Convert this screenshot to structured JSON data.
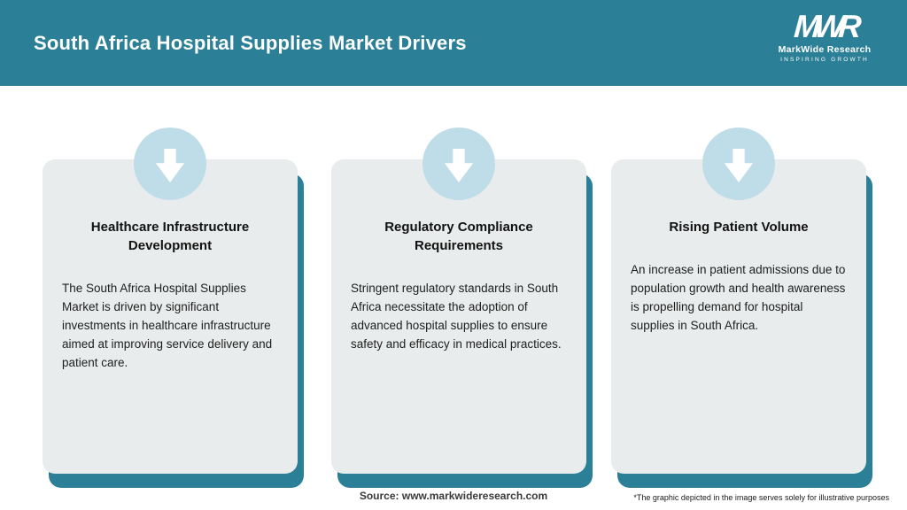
{
  "header": {
    "title": "South Africa Hospital Supplies Market Drivers",
    "logo": {
      "monogram": "MWR",
      "name": "MarkWide Research",
      "tagline": "Inspiring Growth"
    }
  },
  "cards": [
    {
      "title": "Healthcare Infrastructure Development",
      "body": "The South Africa Hospital Supplies Market is driven by significant investments in healthcare infrastructure aimed at improving service delivery and patient care."
    },
    {
      "title": "Regulatory Compliance Requirements",
      "body": "Stringent regulatory standards in South Africa necessitate the adoption of advanced hospital supplies to ensure safety and efficacy in medical practices."
    },
    {
      "title": "Rising Patient Volume",
      "body": "An increase in patient admissions due to population growth and health awareness is propelling demand for hospital supplies in South Africa."
    }
  ],
  "footer": {
    "source": "Source: www.markwideresearch.com",
    "disclaimer": "*The graphic depicted in the image serves solely for illustrative purposes"
  },
  "colors": {
    "header_bg": "#2B7F96",
    "card_bg": "#E9ECEC",
    "card_shadow": "#2B7F96",
    "circle": "#BFDDE9",
    "arrow": "#FFFFFF"
  }
}
